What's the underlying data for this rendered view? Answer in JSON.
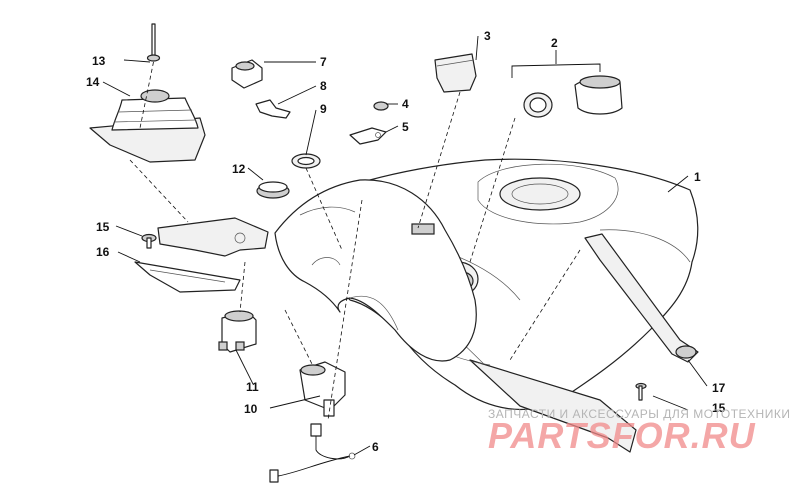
{
  "labels": [
    {
      "id": "1",
      "text": "1"
    },
    {
      "id": "2",
      "text": "2"
    },
    {
      "id": "3",
      "text": "3"
    },
    {
      "id": "4",
      "text": "4"
    },
    {
      "id": "5",
      "text": "5"
    },
    {
      "id": "6",
      "text": "6"
    },
    {
      "id": "7",
      "text": "7"
    },
    {
      "id": "8",
      "text": "8"
    },
    {
      "id": "9",
      "text": "9"
    },
    {
      "id": "10",
      "text": "10"
    },
    {
      "id": "11",
      "text": "11"
    },
    {
      "id": "12",
      "text": "12"
    },
    {
      "id": "13",
      "text": "13"
    },
    {
      "id": "14",
      "text": "14"
    },
    {
      "id": "15a",
      "text": "15"
    },
    {
      "id": "15b",
      "text": "15"
    },
    {
      "id": "16",
      "text": "16"
    },
    {
      "id": "17",
      "text": "17"
    }
  ],
  "watermark": {
    "tagline": "ЗАПЧАСТИ И АКСЕССУАРЫ ДЛЯ МОТОТЕХНИКИ",
    "logo": "PARTSFOR.RU"
  }
}
